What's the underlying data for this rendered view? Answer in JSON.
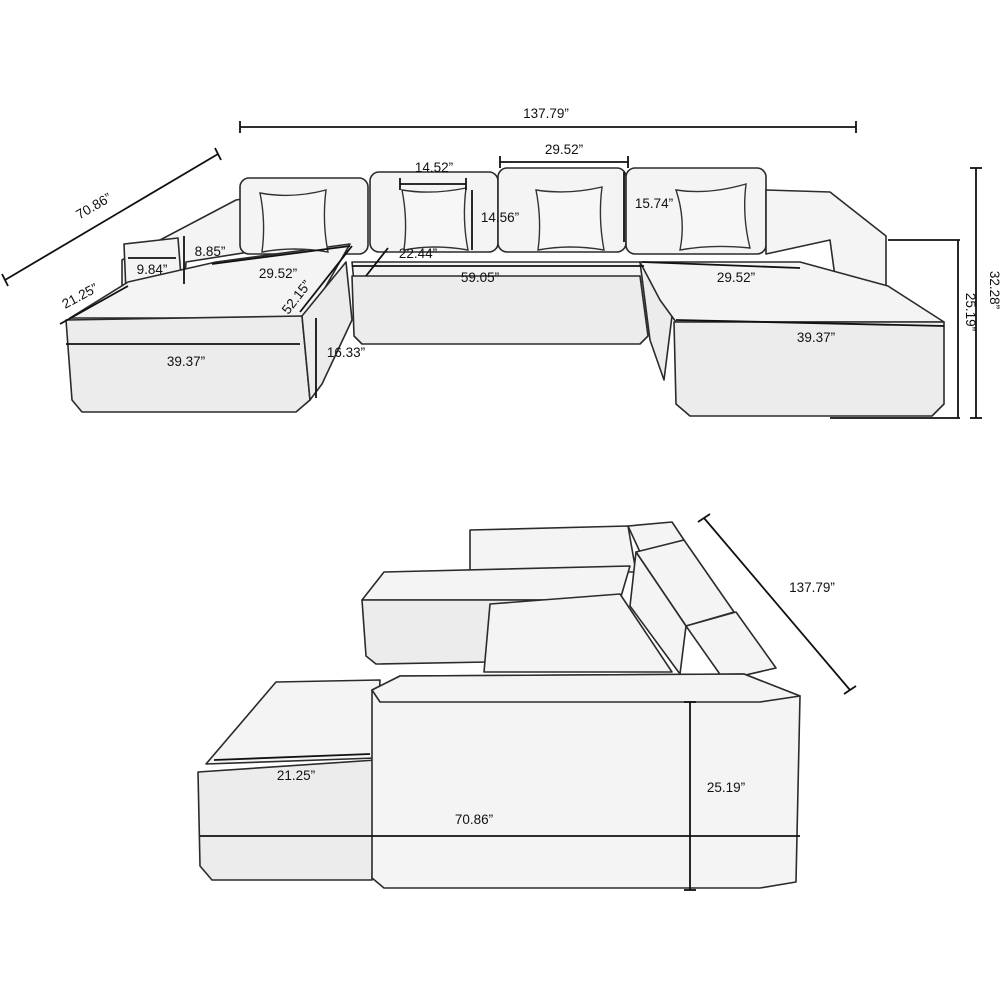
{
  "top_view": {
    "overall_width": "137.79”",
    "left_depth": "70.86”",
    "left_chaise_width": "21.25”",
    "arm_width": "9.84”",
    "arm_height": "8.85”",
    "left_back_width": "29.52”",
    "left_chaise_length": "52.15”",
    "left_front_width": "39.37”",
    "seat_height": "16.33”",
    "pillow_width": "14.52”",
    "pillow_height": "14.56”",
    "mid_seat_depth": "22.44”",
    "middle_width": "59.05”",
    "top_back_width": "29.52”",
    "back_height": "15.74”",
    "right_back_width": "29.52”",
    "right_front_width": "39.37”",
    "total_height": "32.28”",
    "right_height": "25.19”"
  },
  "side_view": {
    "length": "137.79”",
    "chaise_width": "21.25”",
    "depth": "70.86”",
    "height": "25.19”"
  }
}
